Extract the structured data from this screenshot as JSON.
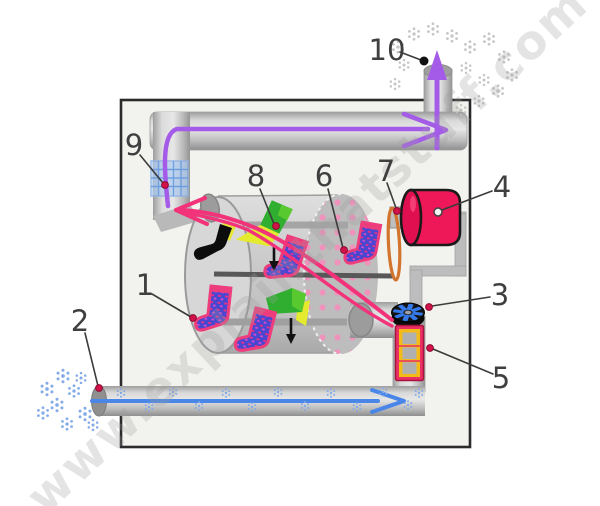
{
  "figure": {
    "callouts": [
      {
        "text": "1"
      },
      {
        "text": "2"
      },
      {
        "text": "3"
      },
      {
        "text": "4"
      },
      {
        "text": "5"
      },
      {
        "text": "6"
      },
      {
        "text": "7"
      },
      {
        "text": "8"
      },
      {
        "text": "9"
      },
      {
        "text": "10"
      }
    ],
    "watermark": "www.explainthatstuff.com",
    "colors": {
      "hot_air_arrow": "#f2337a",
      "moist_air_arrow": "#a45ce8",
      "cold_air_arrow": "#4a86e8",
      "motor_body": "#ee1757",
      "drive_belt": "#d2742e",
      "heater_frame": "#ea3063",
      "heater_coil": "#f2bb1a",
      "fan_blades": "#3579e8",
      "lint_filter": "#9fc3f0",
      "drum_metal": "#c6c6c6",
      "drum_perforation_dots": "#ef93bd",
      "cold_snowflakes": "#84abe8",
      "steam_flakes": "#c6c6c6",
      "cabinet_outline": "#2b2b2b"
    }
  }
}
